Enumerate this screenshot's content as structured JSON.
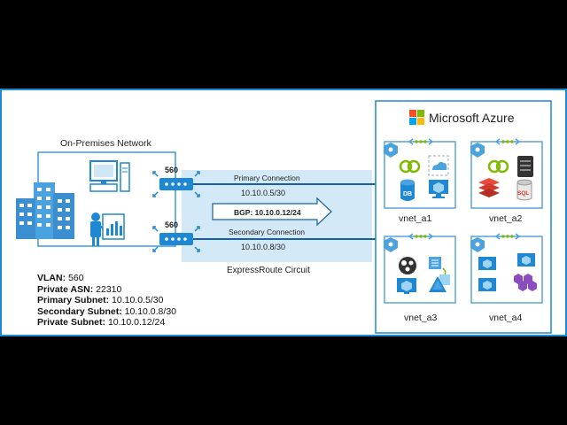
{
  "onprem": {
    "title": "On-Premises Network",
    "vlan_label": "VLAN:",
    "vlan_value": "560",
    "asn_label": "Private ASN:",
    "asn_value": "22310",
    "primary_subnet_label": "Primary Subnet:",
    "primary_subnet_value": "10.10.0.5/30",
    "secondary_subnet_label": "Secondary Subnet:",
    "secondary_subnet_value": "10.10.0.8/30",
    "private_subnet_label": "Private Subnet:",
    "private_subnet_value": "10.10.0.12/24"
  },
  "routers": {
    "primary_vlan": "560",
    "secondary_vlan": "560"
  },
  "circuit": {
    "primary_label": "Primary Connection",
    "primary_subnet": "10.10.0.5/30",
    "bgp_label": "BGP: 10.10.0.12/24",
    "secondary_label": "Secondary Connection",
    "secondary_subnet": "10.10.0.8/30",
    "circuit_label": "ExpressRoute Circuit"
  },
  "azure": {
    "brand": "Microsoft Azure",
    "vnets": [
      "vnet_a1",
      "vnet_a2",
      "vnet_a3",
      "vnet_a4"
    ]
  },
  "colors": {
    "frame": "#1e88d2",
    "circuit_band": "#d4e9f7",
    "line": "#1560a8",
    "bgp_text": "#1a5fb4",
    "icon_blue": "#4aa3df",
    "vnet_border": "#5ba4d8",
    "ms_red": "#f25022",
    "ms_green": "#7fba00",
    "ms_blue": "#00a4ef",
    "ms_yellow": "#ffb900"
  }
}
